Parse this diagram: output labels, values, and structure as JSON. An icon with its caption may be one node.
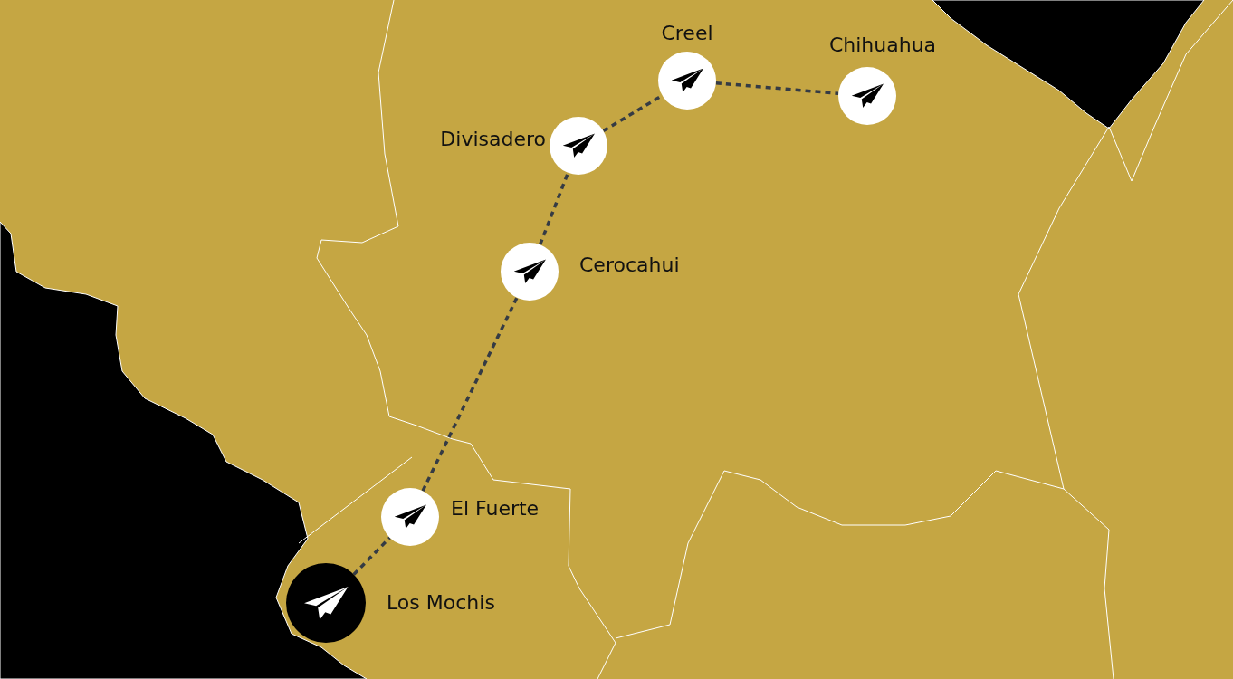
{
  "diagram": {
    "nodes": [
      {
        "text": [
          "Creel"
        ]
      },
      {
        "text": [
          "Chihuahua"
        ]
      },
      {
        "text": [
          "Divisadero"
        ]
      },
      {
        "text": [
          "Cerocahui"
        ]
      },
      {
        "text": [
          "El Fuerte"
        ]
      },
      {
        "text": [
          "Los Mochis"
        ]
      }
    ],
    "edges": [
      {
        "from": 5,
        "to": 4,
        "arrow": "none",
        "style": "dashed"
      },
      {
        "from": 4,
        "to": 3,
        "arrow": "none",
        "style": "dashed"
      },
      {
        "from": 3,
        "to": 2,
        "arrow": "none",
        "style": "dashed"
      },
      {
        "from": 2,
        "to": 0,
        "arrow": "none",
        "style": "dashed"
      },
      {
        "from": 0,
        "to": 1,
        "arrow": "none",
        "style": "dashed"
      }
    ]
  }
}
